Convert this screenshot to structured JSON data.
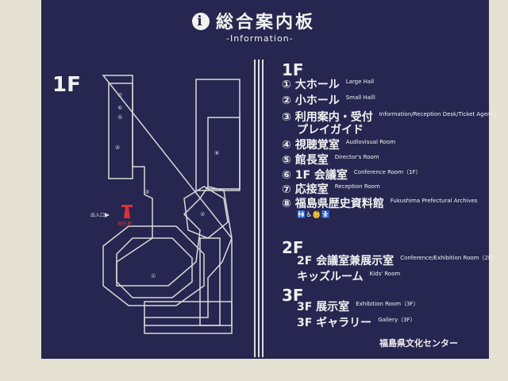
{
  "header": {
    "icon": "info-icon",
    "title": "総合案内板",
    "subtitle": "-Information-"
  },
  "map": {
    "floor_label": "1F",
    "entrance_label": "出入口",
    "current_location_label": "現在地",
    "rooms": [
      "①",
      "②",
      "③",
      "④",
      "⑤",
      "⑥",
      "⑦",
      "⑧"
    ]
  },
  "directory": {
    "floors": [
      {
        "label": "1F",
        "items": [
          {
            "num": "①",
            "ja": "大ホール",
            "en": "Large Hall"
          },
          {
            "num": "②",
            "ja": "小ホール",
            "en": "Small Halll"
          },
          {
            "num": "③",
            "ja": "利用案内・受付",
            "ja2": "プレイガイド",
            "en": "Information/Reception Desk/Ticket Agency"
          },
          {
            "num": "④",
            "ja": "視聴覚室",
            "en": "Audiovisual Room"
          },
          {
            "num": "⑤",
            "ja": "館長室",
            "en": "Director's Room"
          },
          {
            "num": "⑥",
            "ja": "1F 会議室",
            "en": "Conference Room（1F）"
          },
          {
            "num": "⑦",
            "ja": "応接室",
            "en": "Reception Room"
          },
          {
            "num": "⑧",
            "ja": "福島県歴史資料館",
            "en": "Fukushima Prefectural Archives"
          }
        ],
        "facility_icons": "🚻♿👶🚼"
      },
      {
        "label": "2F",
        "items": [
          {
            "ja": "2F 会議室兼展示室",
            "en": "Conference/Exhibition Room（2F）"
          },
          {
            "ja": "キッズルーム",
            "en": "Kids' Room"
          }
        ]
      },
      {
        "label": "3F",
        "items": [
          {
            "ja": "3F 展示室",
            "en": "Exhibition Room（3F）"
          },
          {
            "ja": "3F ギャラリー",
            "en": "Gallery（3F）"
          }
        ]
      }
    ]
  },
  "footer": "福島県文化センター",
  "colors": {
    "board": "#262650",
    "text": "#f2f2f2",
    "marker": "#e03030"
  }
}
